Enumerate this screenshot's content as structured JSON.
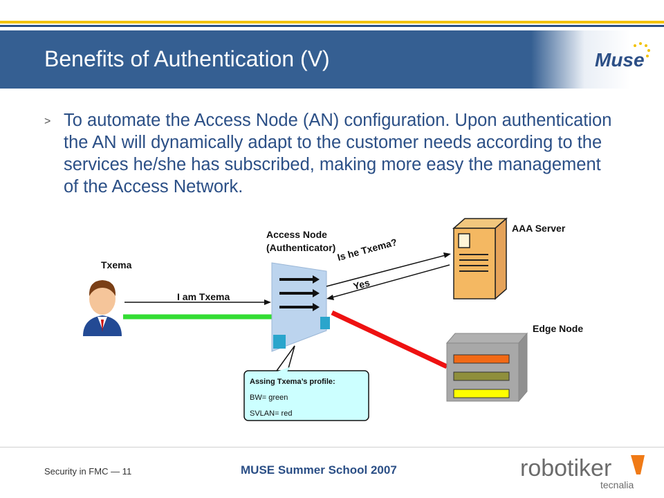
{
  "slide": {
    "title": "Benefits of Authentication (V)",
    "bullet_marker": ">",
    "bullet": "To automate the Access Node (AN) configuration. Upon authentication the AN will dynamically adapt to the customer needs according to the services he/she has subscribed, making more easy the management of the Access Network."
  },
  "diagram": {
    "user_label": "Txema",
    "access_node_label_1": "Access Node",
    "access_node_label_2": "(Authenticator)",
    "aaa_label": "AAA Server",
    "edge_label": "Edge Node",
    "msg_iam": "I am Txema",
    "msg_query": "Is he Txema?",
    "msg_yes": "Yes",
    "callout_title": "Assing Txema’s profile:",
    "callout_bw": "BW= green",
    "callout_svlan": "SVLAN= red",
    "colors": {
      "bw_line": "#33dd33",
      "svlan_line": "#ee1111",
      "access_node": "#bcd4ee",
      "callout_bg": "#ccffff"
    }
  },
  "logos": {
    "muse": "Muse",
    "robotiker": "robotiker",
    "tecnalia": "tecnalia"
  },
  "footer": {
    "left": "Security in FMC — 11",
    "center": "MUSE Summer School 2007"
  }
}
